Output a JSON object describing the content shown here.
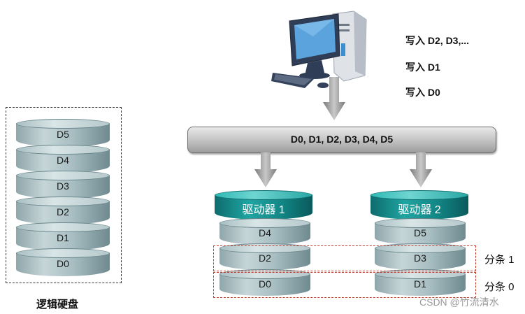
{
  "computer": {
    "icon": "desktop-computer-icon"
  },
  "write_labels": [
    "写入 D2, D3,...",
    "写入 D1",
    "写入 D0"
  ],
  "bus": {
    "label": "D0, D1, D2, D3, D4, D5"
  },
  "drive1": {
    "title": "驱动器 1",
    "blocks": [
      "D4",
      "D2",
      "D0"
    ]
  },
  "drive2": {
    "title": "驱动器 2",
    "blocks": [
      "D5",
      "D3",
      "D1"
    ]
  },
  "stripes": [
    "分条 1",
    "分条 0"
  ],
  "logical": {
    "blocks": [
      "D5",
      "D4",
      "D3",
      "D2",
      "D1",
      "D0"
    ],
    "caption": "逻辑硬盘"
  },
  "watermark": "CSDN @竹流清水",
  "colors": {
    "teal": "#1a9a98",
    "gray_cyl": "#a8bec2",
    "stripe_border": "#c0392b"
  }
}
